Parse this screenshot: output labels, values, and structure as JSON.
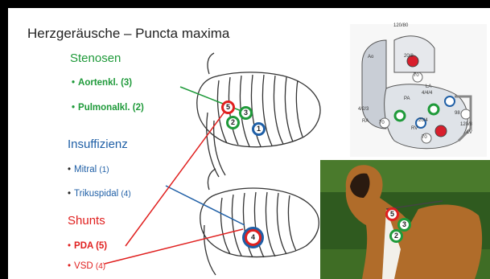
{
  "title": "Herzgeräusche – Puncta maxima",
  "bullet": "•",
  "stenosen": {
    "heading": "Stenosen",
    "items": [
      {
        "label": "Aortenkl.  (3)"
      },
      {
        "label": "Pulmonalkl. (2)"
      }
    ]
  },
  "insuffizienz": {
    "heading": "Insuffizienz",
    "items": [
      {
        "label": "Mitral",
        "num": "(1)"
      },
      {
        "label": "Trikuspidal",
        "num": "(4)"
      }
    ]
  },
  "shunts": {
    "heading": "Shunts",
    "items": [
      {
        "label": "PDA (5)"
      },
      {
        "label": "VSD",
        "num": "(4)"
      }
    ]
  },
  "markers": {
    "m1": "1",
    "m2": "2",
    "m3": "3",
    "m4": "4",
    "m5": "5"
  },
  "heart": {
    "pressure_aorta": "120/80",
    "pressure_pa": "20/8",
    "ao": "Ao",
    "v70a": "70",
    "la": "LA",
    "la_pressure": "4/4/4",
    "pa": "PA",
    "ra_pressure": "4/2/3",
    "ra": "RA",
    "v70b": "70",
    "rv_pressure": "20/4",
    "rv": "RV",
    "v70c": "70",
    "v98": "98",
    "lv_pressure": "120/8",
    "lv": "LV"
  },
  "colors": {
    "stenosen": "#1f9a3a",
    "insuffizienz": "#1f5fa6",
    "shunts": "#e0201f"
  }
}
